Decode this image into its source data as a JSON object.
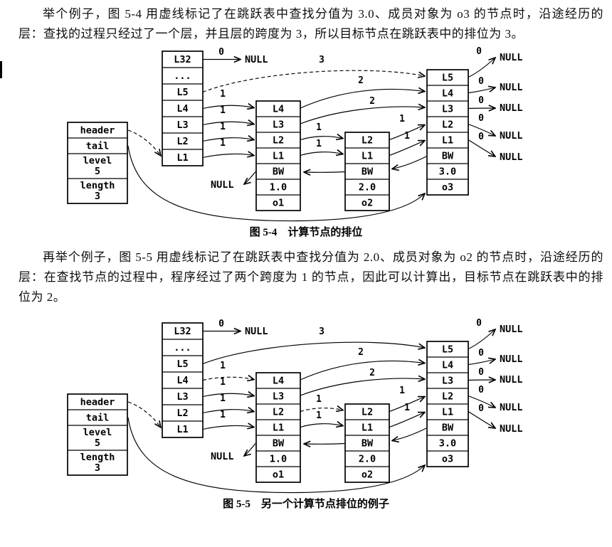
{
  "page": {
    "paragraph1": "举个例子，图 5-4 用虚线标记了在跳跃表中查找分值为 3.0、成员对象为 o3 的节点时，沿途经历的层：查找的过程只经过了一个层，并且层的跨度为 3，所以目标节点在跳跃表中的排位为 3。",
    "paragraph2": "再举个例子，图 5-5 用虚线标记了在跳跃表中查找分值为 2.0、成员对象为 o2 的节点时，沿途经历的层：在查找节点的过程中，程序经过了两个跨度为 1 的节点，因此可以计算出，目标节点在跳跃表中的排位为 2。"
  },
  "figure1": {
    "caption": "图 5-4　计算节点的排位",
    "null_text": "NULL",
    "header_box_cells": [
      [
        "header"
      ],
      [
        "tail"
      ],
      [
        "level",
        "5"
      ],
      [
        "length",
        "3"
      ]
    ],
    "tower_cells": [
      "L32",
      "...",
      "L5",
      "L4",
      "L3",
      "L2",
      "L1"
    ],
    "node1_cells": [
      "L4",
      "L3",
      "L2",
      "L1",
      "BW",
      "1.0",
      "o1"
    ],
    "node2_cells": [
      "L2",
      "L1",
      "BW",
      "2.0",
      "o2"
    ],
    "node3_cells": [
      "L5",
      "L4",
      "L3",
      "L2",
      "L1",
      "BW",
      "3.0",
      "o3"
    ],
    "arrow_labels": {
      "l32_null": "0",
      "l5_node3": "3",
      "tower_l4": "1",
      "tower_l3": "1",
      "tower_l2": "1",
      "tower_l1": "1",
      "n1l4_n3": "2",
      "n1l3_n3": "2",
      "n1l2_n2": "1",
      "n1l1_n2": "1",
      "n2l2_n3": "1",
      "n2l1_n3": "1",
      "n3l5_null": "0",
      "n3l4_null": "0",
      "n3l3_null": "0",
      "n3l2_null": "0",
      "n3l1_null": "0"
    },
    "dashed_arrows": [
      "l5_node3",
      "header_tower"
    ]
  },
  "figure2": {
    "caption": "图 5-5　另一个计算节点排位的例子",
    "null_text": "NULL",
    "header_box_cells": [
      [
        "header"
      ],
      [
        "tail"
      ],
      [
        "level",
        "5"
      ],
      [
        "length",
        "3"
      ]
    ],
    "tower_cells": [
      "L32",
      "...",
      "L5",
      "L4",
      "L3",
      "L2",
      "L1"
    ],
    "node1_cells": [
      "L4",
      "L3",
      "L2",
      "L1",
      "BW",
      "1.0",
      "o1"
    ],
    "node2_cells": [
      "L2",
      "L1",
      "BW",
      "2.0",
      "o2"
    ],
    "node3_cells": [
      "L5",
      "L4",
      "L3",
      "L2",
      "L1",
      "BW",
      "3.0",
      "o3"
    ],
    "arrow_labels": {
      "l32_null": "0",
      "l5_node3": "3",
      "tower_l4": "1",
      "tower_l3": "1",
      "tower_l2": "1",
      "tower_l1": "1",
      "n1l4_n3": "2",
      "n1l3_n3": "2",
      "n1l2_n2": "1",
      "n1l1_n2": "1",
      "n2l2_n3": "1",
      "n2l1_n3": "1",
      "n3l5_null": "0",
      "n3l4_null": "0",
      "n3l3_null": "0",
      "n3l2_null": "0",
      "n3l1_null": "0"
    },
    "dashed_arrows": [
      "tower_l4",
      "n1l2_n2",
      "header_tower"
    ]
  }
}
